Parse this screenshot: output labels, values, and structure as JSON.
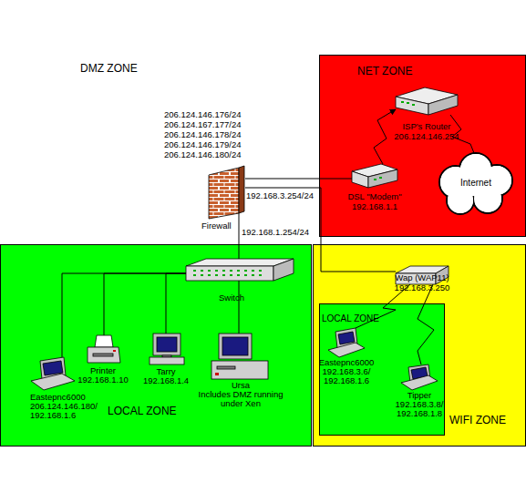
{
  "diagram": {
    "nodes": [
      {
        "text": [
          "NET ZONE"
        ]
      },
      {
        "text": [
          "ISP's Router",
          "206.124.146.254"
        ],
        "in": 0
      },
      {
        "text": [
          "Internet"
        ],
        "in": 0
      },
      {
        "text": [
          "DSL \"Modem\"",
          "192.168.1.1"
        ],
        "in": 0
      },
      {
        "text": [
          "Firewall"
        ]
      },
      {
        "text": [
          "LOCAL ZONE"
        ]
      },
      {
        "text": [
          "Switch"
        ],
        "in": 5
      },
      {
        "text": [
          "Eastepnc6000",
          "206.124.146.180/",
          "192.168.1.6"
        ],
        "in": 5
      },
      {
        "text": [
          "Printer",
          "192.168.1.10"
        ],
        "in": 5
      },
      {
        "text": [
          "Tarry",
          "192.168.1.4"
        ],
        "in": 5
      },
      {
        "text": [
          "Ursa",
          "Includes DMZ running under Xen"
        ],
        "in": 5
      },
      {
        "text": [
          "WIFI ZONE"
        ]
      },
      {
        "text": [
          "Wap (WAP11)",
          "192.168.3.250"
        ],
        "in": 11
      },
      {
        "text": [
          "LOCAL ZONE"
        ],
        "in": 11
      },
      {
        "text": [
          "Eastepnc6000",
          "192.168.3.6/",
          "192.168.1.6"
        ],
        "in": 13
      },
      {
        "text": [
          "Tipper",
          "192.168.3.8/",
          "192.168.1.8"
        ],
        "in": 13
      }
    ],
    "edges": [
      {
        "from": 3,
        "to": 1,
        "arrow": "to"
      },
      {
        "from": 1,
        "to": 2,
        "arrow": "none"
      },
      {
        "from": 4,
        "to": 3,
        "arrow": "none"
      },
      {
        "from": 4,
        "to": 12,
        "arrow": "none"
      },
      {
        "from": 6,
        "to": 4,
        "arrow": "none"
      },
      {
        "from": 6,
        "to": 7,
        "arrow": "none"
      },
      {
        "from": 6,
        "to": 8,
        "arrow": "none"
      },
      {
        "from": 6,
        "to": 9,
        "arrow": "none"
      },
      {
        "from": 6,
        "to": 10,
        "arrow": "none"
      },
      {
        "from": 12,
        "to": 14,
        "arrow": "none"
      },
      {
        "from": 12,
        "to": 15,
        "arrow": "none"
      }
    ],
    "labels": [
      "DMZ ZONE",
      "206.124.146.176/24",
      "206.124.167.177/24",
      "206.124.146.178/24",
      "206.124.146.179/24",
      "206.124.146.180/24",
      "192.168.3.254/24",
      "192.168.1.254/24"
    ]
  }
}
